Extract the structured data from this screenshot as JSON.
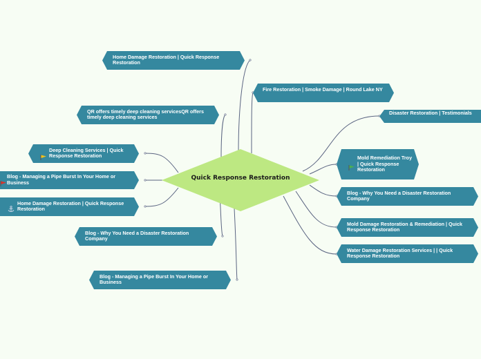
{
  "center": {
    "label": "Quick Response Restoration",
    "color": "#bde882"
  },
  "node_color": "#35889f",
  "line_color": "#5a6481",
  "nodes": [
    {
      "id": "n1",
      "label": "Home Damage Restoration | Quick Response Restoration"
    },
    {
      "id": "n2",
      "label": "Fire Restoration | Smoke Damage | Round Lake NY"
    },
    {
      "id": "n3",
      "label": "QR offers timely deep cleaning servicesQR offers timely deep cleaning services"
    },
    {
      "id": "n4",
      "label": "Disaster Restoration | Testimonials"
    },
    {
      "id": "n5",
      "label": "Deep Cleaning Services | Quick Response Restoration",
      "icon": "flag-icon"
    },
    {
      "id": "n6",
      "label": "Mold Remediation Troy | Quick Response Restoration",
      "icon": "flag-icon"
    },
    {
      "id": "n7",
      "label": "Blog - Managing a Pipe Burst In Your Home or Business",
      "icon": "flag-icon"
    },
    {
      "id": "n8",
      "label": "Blog - Why You Need a Disaster Restoration Company"
    },
    {
      "id": "n9",
      "label": "Home Damage Restoration | Quick Response Restoration",
      "icon": "anchor-icon"
    },
    {
      "id": "n10",
      "label": "Mold Damage Restoration & Remediation | Quick Response Restoration"
    },
    {
      "id": "n11",
      "label": "Blog - Why You Need a Disaster Restoration Company"
    },
    {
      "id": "n12",
      "label": "Water Damage Restoration Services | | Quick Response Restoration"
    },
    {
      "id": "n13",
      "label": "Blog - Managing a Pipe Burst In Your Home or Business"
    }
  ]
}
